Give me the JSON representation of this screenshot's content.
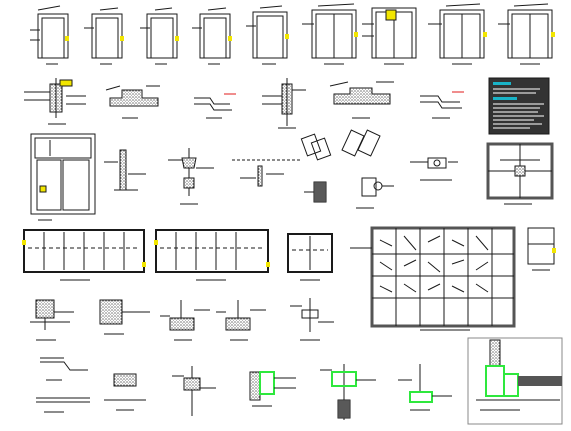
{
  "drawing": {
    "description_free": true,
    "legend_panel": {
      "accent_color": "#19b3c7",
      "text_color": "#d9d9d9",
      "background_color": "#333333"
    },
    "colors": {
      "line": "#1a1a1a",
      "hatch": "#2b2b2b",
      "marker_yellow": "#f2e600",
      "marker_red": "#e21b1b",
      "highlight_green": "#2ee83d",
      "panel_gray": "#b5b5b5"
    },
    "sections": [
      {
        "name": "door-elevations-row",
        "count": 9
      },
      {
        "name": "frame-section-details-row",
        "count": 7
      },
      {
        "name": "hardware-and-jamb-details-row",
        "count": 9
      },
      {
        "name": "partition-elevations-row",
        "count": 5
      },
      {
        "name": "anchor-details-row",
        "count": 5
      },
      {
        "name": "base-and-sill-details-row",
        "count": 7
      }
    ]
  }
}
